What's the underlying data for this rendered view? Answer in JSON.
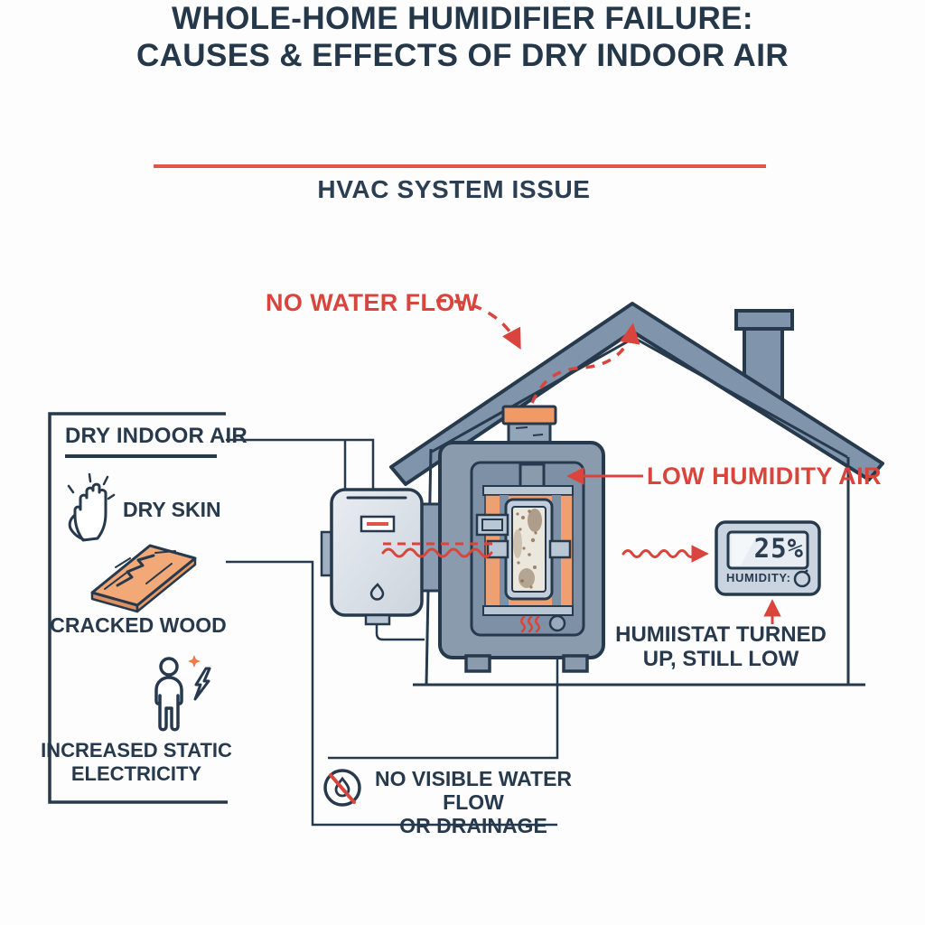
{
  "title": {
    "line1": "WHOLE-HOME HUMIDIFIER FAILURE:",
    "line2": "CAUSES & EFFECTS OF DRY INDOOR AIR",
    "subtitle": "HVAC SYSTEM ISSUE"
  },
  "annotations": {
    "no_water_flow": "NO WATER FLOW",
    "low_humidity_air": "LOW HUMIDITY AIR",
    "humidistat_note_line1": "HUMIISTAT TURNED",
    "humidistat_note_line2": "UP, STILL LOW",
    "no_drainage_line1": "NO VISIBLE WATER FLOW",
    "no_drainage_line2": "OR DRAINAGE"
  },
  "humidistat": {
    "reading": "25%",
    "label": "HUMIDITY:"
  },
  "sidebar": {
    "heading": "DRY INDOOR AIR",
    "items": [
      {
        "icon": "dry-skin-hand-icon",
        "label": "DRY SKIN"
      },
      {
        "icon": "cracked-wood-icon",
        "label": "CRACKED WOOD"
      },
      {
        "icon": "static-electricity-person-icon",
        "label": "INCREASED STATIC ELECTRICITY"
      }
    ]
  },
  "colors": {
    "navy": "#27394c",
    "red": "#d9453c",
    "underline_red": "#e25449",
    "roof_gray": "#8095ab",
    "unit_gray": "#8a9bae",
    "orange": "#f09a66",
    "panel_light": "#c9d4e0",
    "pad_cream": "#ebe7dd"
  }
}
